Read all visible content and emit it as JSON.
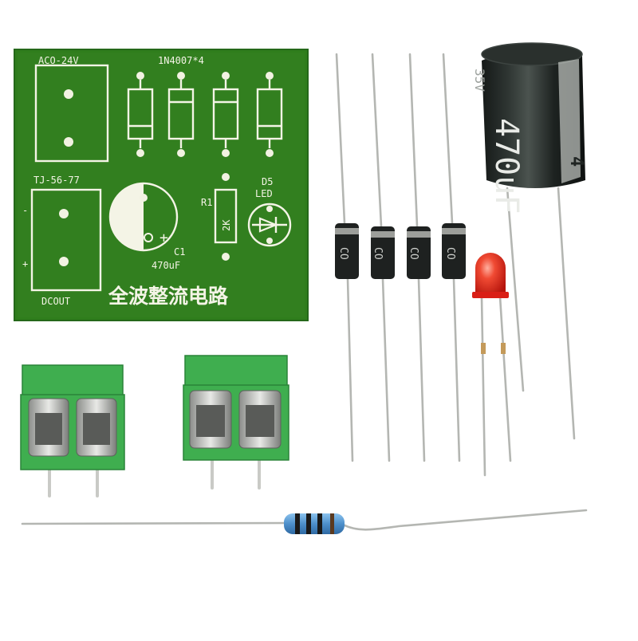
{
  "pcb": {
    "label_ac": "ACO-24V",
    "label_diodes": "1N4007*4",
    "label_tj": "TJ-56-77",
    "label_r1": "R1",
    "label_2k": "2K",
    "label_d5": "D5",
    "label_led": "LED",
    "label_c1": "C1",
    "label_cap": "470uF",
    "label_dcout": "DCOUT",
    "title": "全波整流电路",
    "minus": "-",
    "plus": "+",
    "cap_plus": "+"
  },
  "capacitor": {
    "value": "470uF",
    "rating": "35V",
    "stripe": "4"
  },
  "diodes": {
    "marking": "CO"
  },
  "colors": {
    "pcb_green": "#2f7d1c",
    "silkscreen": "#f4f4e6",
    "terminal_green": "#3fae4f",
    "capacitor_sleeve": "#1f2422",
    "led_red": "#e8261c",
    "resistor_blue": "#5b9ed6"
  }
}
